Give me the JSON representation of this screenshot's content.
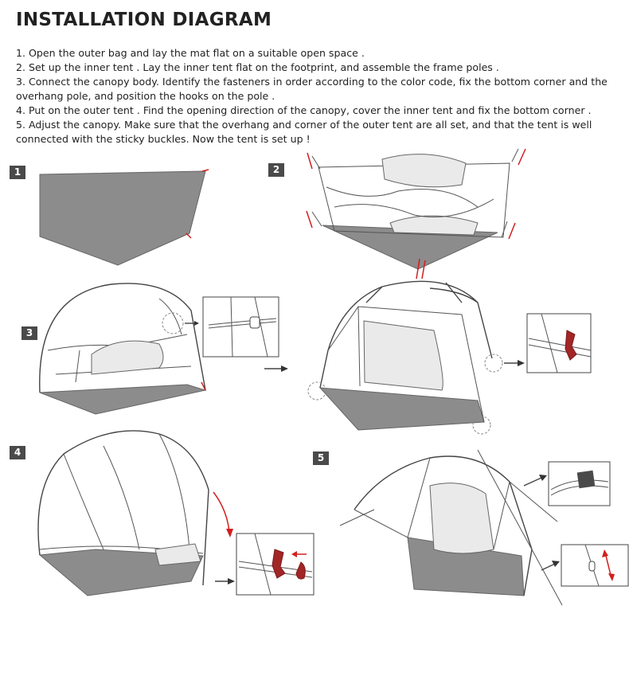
{
  "title": "INSTALLATION DIAGRAM",
  "steps": [
    "1. Open the outer bag and lay the mat flat on a suitable open space .",
    "2. Set up the inner tent . Lay the inner tent flat on the footprint, and assemble the frame poles .",
    "3. Connect the canopy body. Identify the fasteners in order according to the color code, fix the bottom corner and the overhang pole, and position the hooks on the pole .",
    " 4. Put on the outer tent . Find the opening direction of the canopy, cover the inner tent and fix the bottom corner .",
    "5. Adjust the canopy. Make sure that the overhang and corner of the outer tent are all set, and that the tent is well connected with the sticky buckles. Now the tent is set up !"
  ],
  "badges": [
    "1",
    "2",
    "3",
    "4",
    "5"
  ],
  "colors": {
    "floor": "#8c8c8c",
    "accent": "#d11f1f",
    "badge": "#4a4a4a"
  }
}
